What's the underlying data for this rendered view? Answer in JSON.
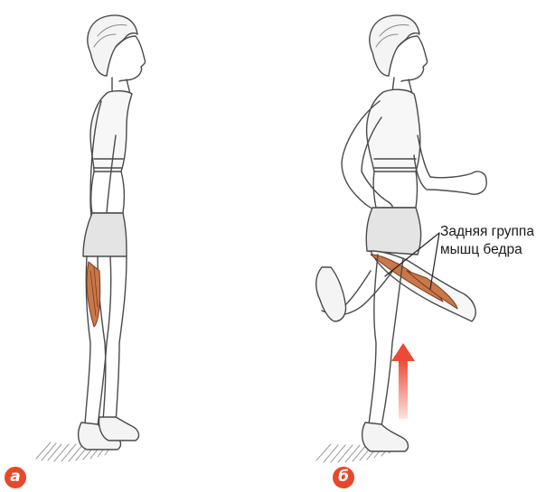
{
  "panels": [
    {
      "badge": "а"
    },
    {
      "badge": "б"
    }
  ],
  "callout": {
    "line1": "Задняя группа",
    "line2": "мышц бедра"
  },
  "colors": {
    "badge": "#e8472a",
    "muscle": "#c9784a",
    "arrow": "#ec4a34",
    "sketch": "#4a4a4a"
  }
}
